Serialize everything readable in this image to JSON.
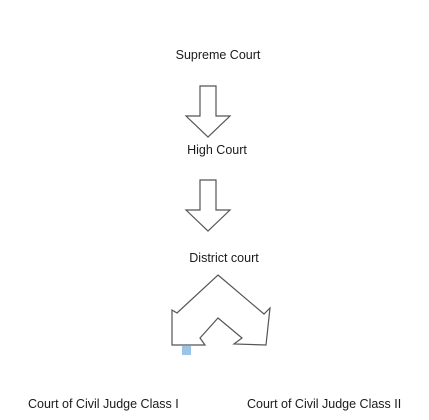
{
  "diagram": {
    "nodes": {
      "supreme": "Supreme Court",
      "high": "High Court",
      "district": "District court",
      "class1": "Court of Civil Judge Class I",
      "class2": "Court of Civil Judge Class II"
    },
    "colors": {
      "text": "#1a1a1a",
      "arrow_stroke": "#555555",
      "arrow_fill": "#ffffff",
      "marker": "#9dc3e6"
    }
  }
}
